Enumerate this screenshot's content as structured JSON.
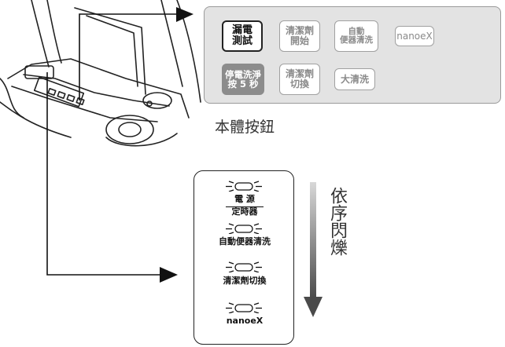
{
  "panel": {
    "caption": "本體按鈕",
    "buttons": [
      {
        "label": "漏電\n測試",
        "style": "dark"
      },
      {
        "label": "清潔劑\n開始",
        "style": "light"
      },
      {
        "label": "自動\n便器清洗",
        "style": "light"
      },
      {
        "label": "nanoeX",
        "style": "light"
      },
      {
        "label": "停電洗淨\n按 5 秒",
        "style": "filled"
      },
      {
        "label": "清潔劑\n切換",
        "style": "light"
      },
      {
        "label": "大清洗",
        "style": "light"
      }
    ]
  },
  "indicators": {
    "items": [
      {
        "label_line1": "電 源",
        "label_line2": "定時器"
      },
      {
        "label_line1": "自動便器清洗"
      },
      {
        "label_line1": "清潔劑切換"
      },
      {
        "label_line1": "nanoeX"
      }
    ],
    "sequence_label": "依序閃爍"
  },
  "colors": {
    "panel_bg": "#e3e3e3",
    "filled_button": "#8c8c8c",
    "arrow_gradient_top": "#d8d8d8",
    "arrow_gradient_bottom": "#4a4a4a"
  }
}
